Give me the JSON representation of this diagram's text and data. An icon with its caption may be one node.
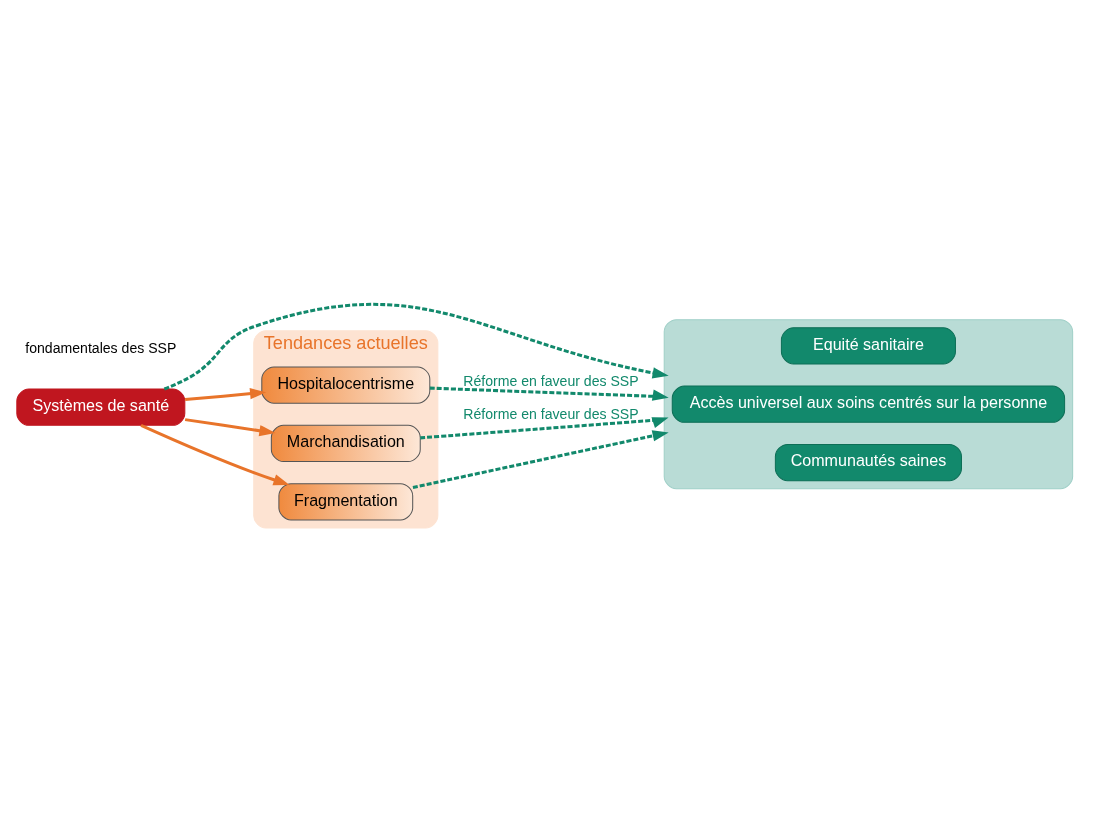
{
  "diagram": {
    "nodes": [
      {
        "text": [
          "Systèmes de santé"
        ]
      },
      {
        "text": [],
        "shape": "box"
      },
      {
        "text": [
          "Equité sanitaire"
        ],
        "in": 1
      },
      {
        "text": [
          "Accès universel aux soins centrés sur la personne"
        ],
        "in": 1
      },
      {
        "text": [
          "Communautés saines"
        ],
        "in": 1
      },
      {
        "text": [
          "Tendances actuelles"
        ]
      },
      {
        "text": [
          "Hospitalocentrisme"
        ],
        "in": 5
      },
      {
        "text": [
          "Marchandisation"
        ],
        "in": 5
      },
      {
        "text": [
          "Fragmentation"
        ],
        "in": 5
      }
    ],
    "edges": [
      {
        "from": 0,
        "to": 1,
        "arrow": "to",
        "style": "dashed"
      },
      {
        "from": 0,
        "to": 6,
        "arrow": "to",
        "color": "#e8742a"
      },
      {
        "from": 0,
        "to": 7,
        "arrow": "to",
        "color": "#e8742a"
      },
      {
        "from": 0,
        "to": 8,
        "arrow": "to",
        "color": "#e8742a"
      },
      {
        "from": 6,
        "to": 1,
        "arrow": "to",
        "style": "dashed",
        "label": "Réforme en faveur des SSP"
      },
      {
        "from": 7,
        "to": 1,
        "arrow": "to",
        "style": "dashed",
        "label": "Réforme en faveur des SSP"
      },
      {
        "from": 8,
        "to": 1,
        "arrow": "to",
        "style": "dashed"
      }
    ],
    "labels": [
      "fondamentales des SSP"
    ]
  }
}
